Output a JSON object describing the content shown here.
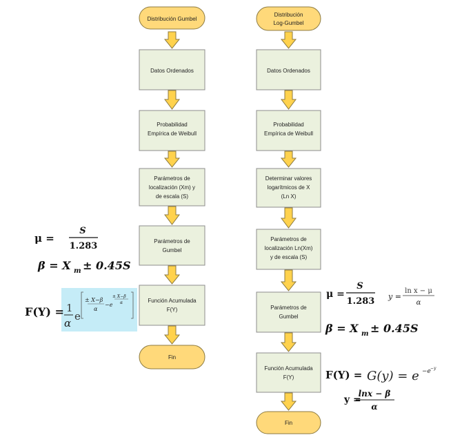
{
  "left": {
    "start": "Distribución Gumbel",
    "step1": "Datos Ordenados",
    "step2": [
      "Probabilidad",
      "Empírica de Weibull"
    ],
    "step3": [
      "Parámetros de",
      "localización (Xm) y",
      "de escala (S)"
    ],
    "step4": [
      "Parámetros de",
      "Gumbel"
    ],
    "step5": [
      "Función Acumulada",
      "F(Y)"
    ],
    "end": "Fin"
  },
  "right": {
    "start": [
      "Distribución",
      "Log-Gumbel"
    ],
    "step1": "Datos Ordenados",
    "step2": [
      "Probabilidad",
      "Empírica de Weibull"
    ],
    "step3": [
      "Determinar valores",
      "logarítmicos de X",
      "(Ln X)"
    ],
    "step4": [
      "Parámetros de",
      "localización Ln(Xm)",
      "y de escala (S)"
    ],
    "step5": [
      "Parámetros de",
      "Gumbel"
    ],
    "step6": [
      "Función Acumulada",
      "F(Y)"
    ],
    "end": "Fin"
  },
  "formulas": {
    "mu_lhs": "μ =",
    "mu_num": "S",
    "mu_den": "1.283",
    "beta": "β = X",
    "beta_sub": "m",
    "beta_rest": "± 0.45S",
    "fy_lhs": "F(Y) =",
    "fy_one": "1",
    "fy_alpha": "α",
    "fy_e": "e",
    "fy_exp_a": "± X−β",
    "fy_exp_a_den": "α",
    "fy_exp_b": "−e",
    "fy_exp_c": "± X−β",
    "fy_exp_c_den": "α",
    "y_lhs": "y =",
    "y_num": "ln x − μ",
    "y_den": "α",
    "g_lhs": "F(Y) =",
    "g_rhs": "G(y) = e",
    "g_exp": "−e",
    "g_exp2": "−y",
    "y2_lhs": "y =",
    "y2_num": "lnx − β",
    "y2_den": "α"
  },
  "colors": {
    "process_fill": "#ebf1de",
    "terminal_fill": "#ffd97a",
    "arrow_fill": "#ffd24d",
    "highlight": "#c5ecf7"
  }
}
